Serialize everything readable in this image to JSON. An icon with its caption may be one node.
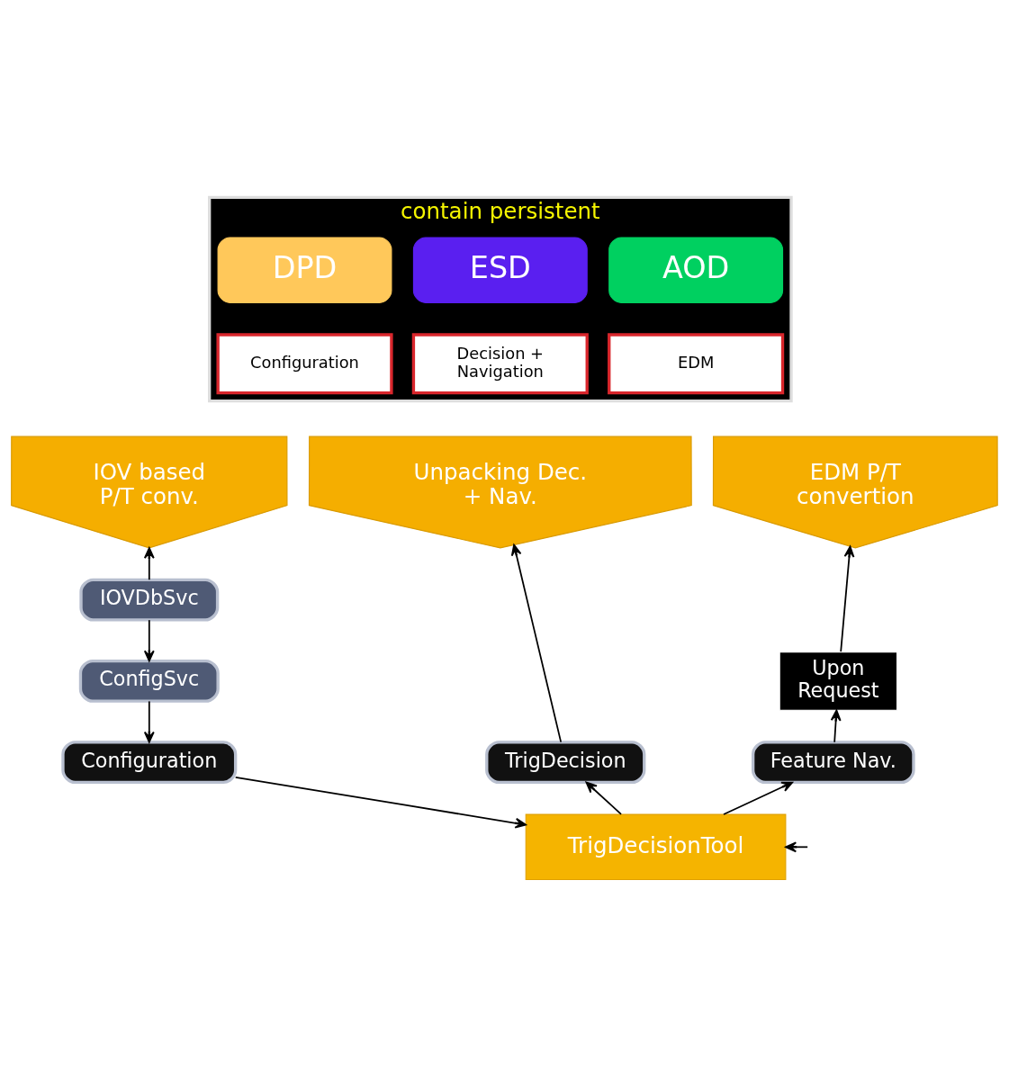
{
  "diagram": {
    "nodes": [
      {
        "text": [
          "contain persistent"
        ]
      },
      {
        "text": [
          "ESD"
        ],
        "in": 0
      },
      {
        "text": [
          "AOD"
        ],
        "in": 0
      },
      {
        "text": [
          "DPD"
        ],
        "in": 0
      },
      {
        "text": [
          "Decision + Navigation"
        ],
        "in": 0
      },
      {
        "text": [
          "EDM"
        ],
        "in": 0
      },
      {
        "text": [
          "Configuration"
        ],
        "in": 0
      },
      {
        "text": [
          "Unpacking Dec. + Nav."
        ]
      },
      {
        "text": [
          "EDM P/T convertion"
        ]
      },
      {
        "text": [
          "IOV based P/T conv."
        ]
      },
      {
        "text": [
          "Upon Request"
        ]
      },
      {
        "text": [
          "IOVDbSvc"
        ]
      },
      {
        "text": [
          "ConfigSvc"
        ]
      },
      {
        "text": [
          "TrigDecision"
        ]
      },
      {
        "text": [
          "Feature Nav."
        ]
      },
      {
        "text": [
          "Configuration"
        ]
      },
      {
        "text": [
          "TrigDecisionTool"
        ]
      }
    ],
    "edges": [
      {
        "from": 13,
        "to": 7,
        "arrow": "to"
      },
      {
        "from": 10,
        "to": 8,
        "arrow": "to"
      },
      {
        "from": 14,
        "to": 10,
        "arrow": "to"
      },
      {
        "from": 11,
        "to": 9,
        "arrow": "to"
      },
      {
        "from": 11,
        "to": 12,
        "arrow": "to"
      },
      {
        "from": 12,
        "to": 15,
        "arrow": "to"
      },
      {
        "from": 16,
        "to": 13,
        "arrow": "to"
      },
      {
        "from": 16,
        "to": 14,
        "arrow": "to"
      },
      {
        "from": 15,
        "to": 16,
        "arrow": "to"
      },
      {
        "from": null,
        "to": 16,
        "arrow": "to"
      }
    ]
  }
}
